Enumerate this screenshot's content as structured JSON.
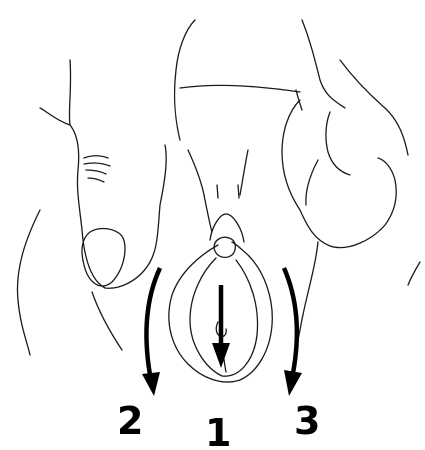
{
  "labels": {
    "step_1": "1",
    "step_2": "2",
    "step_3": "3"
  },
  "colors": {
    "line": "#1a1a1a",
    "arrow": "#000000",
    "background": "#ffffff"
  }
}
